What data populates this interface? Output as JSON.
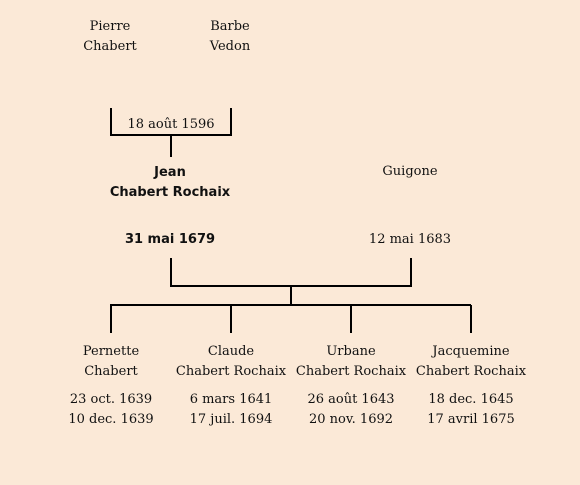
{
  "grandparents": {
    "father": {
      "first": "Pierre",
      "last": "Chabert"
    },
    "mother": {
      "first": "Barbe",
      "last": "Vedon"
    },
    "marriage": "18 août 1596"
  },
  "father": {
    "first": "Jean",
    "last": "Chabert Rochaix",
    "death": "31 mai 1679"
  },
  "mother": {
    "name": "Guigone",
    "death": "12 mai 1683"
  },
  "children": [
    {
      "first": "Pernette",
      "last": "Chabert",
      "birth": "23 oct. 1639",
      "death": "10 dec. 1639"
    },
    {
      "first": "Claude",
      "last": "Chabert Rochaix",
      "birth": "6 mars 1641",
      "death": "17 juil. 1694"
    },
    {
      "first": "Urbane",
      "last": "Chabert Rochaix",
      "birth": "26 août 1643",
      "death": "20 nov. 1692"
    },
    {
      "first": "Jacquemine",
      "last": "Chabert Rochaix",
      "birth": "18 dec. 1645",
      "death": "17 avril 1675"
    }
  ],
  "colors": {
    "background": "#fbe9d7",
    "line": "#000000",
    "text": "#111111"
  }
}
